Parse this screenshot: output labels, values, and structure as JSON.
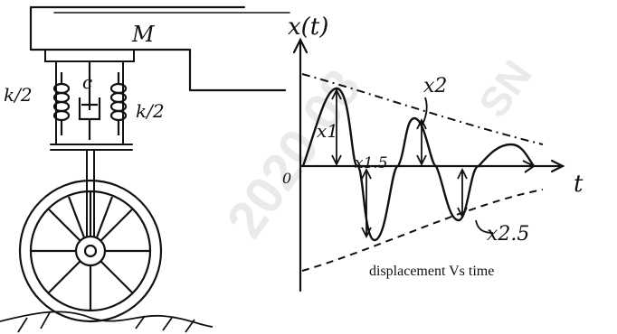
{
  "mass_label": "M",
  "spring_label_left": "k/2",
  "spring_label_right": "k/2",
  "damper_label": "c",
  "yaxis_label": "x(t)",
  "origin_label": "0",
  "xaxis_label": "t",
  "peak_labels": {
    "x1": "x1",
    "x1_5": "x1.5",
    "x2": "x2",
    "x2_5": "x2.5"
  },
  "caption": "displacement Vs time",
  "watermarks": [
    "2020 08",
    "SN"
  ],
  "colors": {
    "ink": "#111111",
    "watermark": "#d9d9d9"
  }
}
